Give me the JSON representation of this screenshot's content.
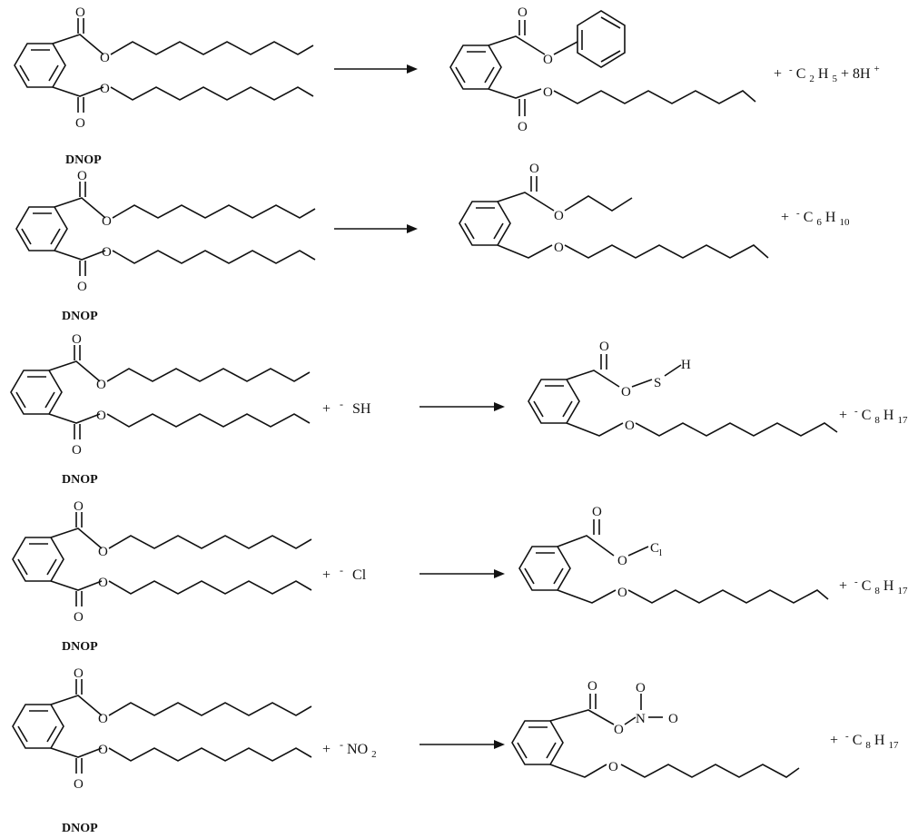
{
  "labels": {
    "dnop": "DNOP"
  },
  "atoms": {
    "O": "O",
    "H": "H",
    "S": "S",
    "N": "N",
    "Cl_bond": "C",
    "Cl_bond_sub": "l"
  },
  "reactions": [
    {
      "reagent": "",
      "byproduct_sign": "+",
      "byproduct_charge": "-",
      "byproduct": [
        "C",
        "2",
        "H",
        "5",
        " + 8H",
        "+"
      ]
    },
    {
      "reagent": "",
      "byproduct_sign": "+",
      "byproduct_charge": "-",
      "byproduct": [
        "C",
        "6",
        "H",
        "10"
      ]
    },
    {
      "reagent_sign": "+",
      "reagent_charge": "-",
      "reagent": "SH",
      "byproduct_sign": "+",
      "byproduct_charge": "-",
      "byproduct": [
        "C",
        "8",
        "H",
        "17"
      ]
    },
    {
      "reagent_sign": "+",
      "reagent_charge": "-",
      "reagent": "Cl",
      "byproduct_sign": "+",
      "byproduct_charge": "-",
      "byproduct": [
        "C",
        "8",
        "H",
        "17"
      ]
    },
    {
      "reagent_sign": "+",
      "reagent_charge": "-",
      "reagent_main": "NO",
      "reagent_sub": "2",
      "byproduct_sign": "+",
      "byproduct_charge": "-",
      "byproduct": [
        "C",
        "8",
        "H",
        "17"
      ]
    }
  ]
}
